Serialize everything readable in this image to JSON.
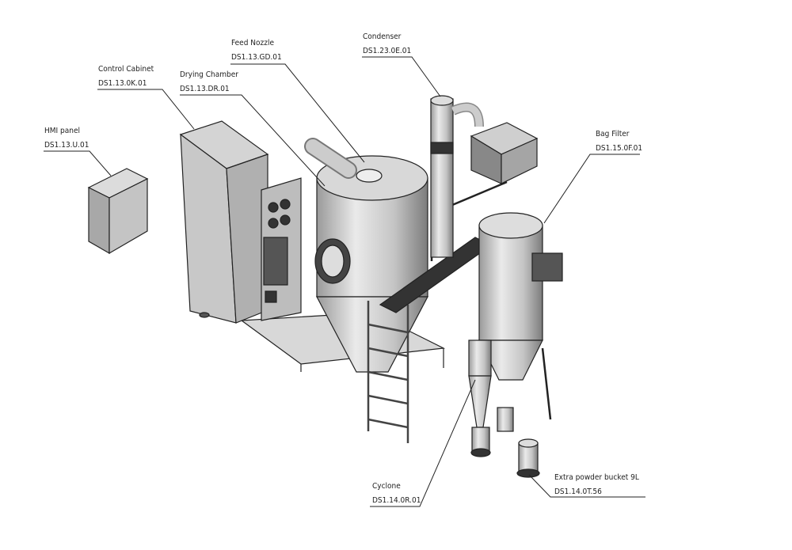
{
  "callouts": {
    "hmi": {
      "name": "HMI panel",
      "code": "DS1.13.U.01"
    },
    "cabinet": {
      "name": "Control Cabinet",
      "code": "DS1.13.0K.01"
    },
    "chamber": {
      "name": "Drying Chamber",
      "code": "DS1.13.DR.01"
    },
    "nozzle": {
      "name": "Feed Nozzle",
      "code": "DS1.13.GD.01"
    },
    "condenser": {
      "name": "Condenser",
      "code": "DS1.23.0E.01"
    },
    "bagfilter": {
      "name": "Bag Filter",
      "code": "DS1.15.0F.01"
    },
    "cyclone": {
      "name": "Cyclone",
      "code": "DS1.14.0R.01"
    },
    "bucket": {
      "name": "Extra powder bucket 9L",
      "code": "DS1.14.0T.56"
    }
  },
  "colors": {
    "line": "#222222",
    "metal": "#c8c8c8",
    "metal_dark": "#8a8a8a",
    "metal_light": "#e6e6e6"
  }
}
